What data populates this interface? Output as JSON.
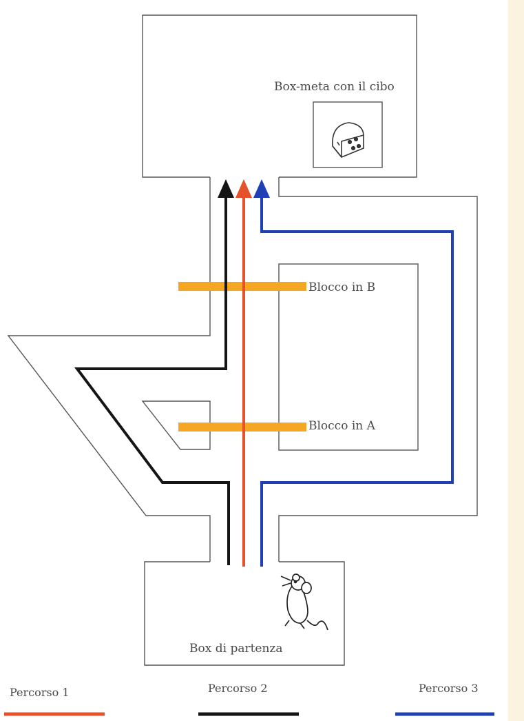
{
  "labels": {
    "goal_box": "Box-meta con il cibo",
    "block_b": "Blocco in B",
    "block_a": "Blocco in A",
    "start_box": "Box di partenza"
  },
  "legend": [
    {
      "label": "Percorso 1",
      "color": "#e5512a"
    },
    {
      "label": "Percorso 2",
      "color": "#151515"
    },
    {
      "label": "Percorso 3",
      "color": "#1f3fb5"
    }
  ],
  "colors": {
    "path_black": "#151515",
    "path_red": "#e5512a",
    "path_blue": "#1f3fb5",
    "block": "#f5a623",
    "maze_line": "#555555",
    "side_strip": "#fbf3df"
  },
  "icons": {
    "food": "cheese-icon",
    "animal": "mouse-icon"
  }
}
